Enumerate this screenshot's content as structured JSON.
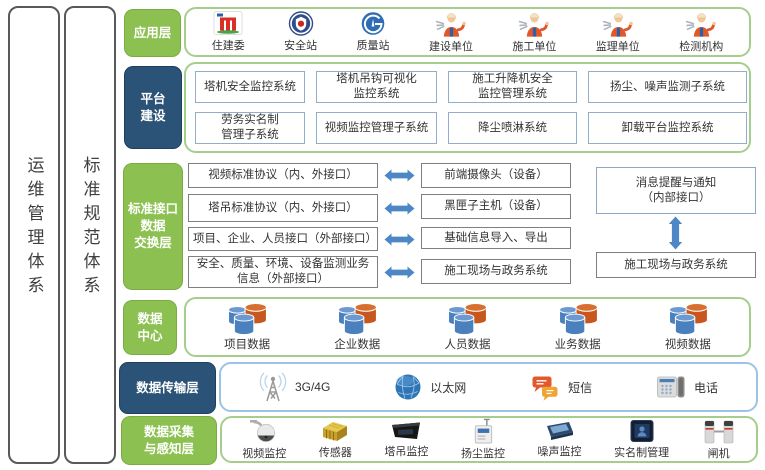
{
  "side_bars": {
    "ops": "运维管理体系",
    "standards": "标准规范体系"
  },
  "app_layer": {
    "label": "应用层",
    "items": [
      {
        "label": "住建委",
        "icon": "gov-building-icon"
      },
      {
        "label": "安全站",
        "icon": "safety-badge-icon"
      },
      {
        "label": "质量站",
        "icon": "quality-emblem-icon"
      },
      {
        "label": "建设单位",
        "icon": "worker-icon"
      },
      {
        "label": "施工单位",
        "icon": "worker-icon"
      },
      {
        "label": "监理单位",
        "icon": "worker-icon"
      },
      {
        "label": "检测机构",
        "icon": "worker-icon"
      }
    ]
  },
  "platform_layer": {
    "label": "平台\n建设",
    "row1": [
      "塔机安全监控系统",
      "塔机吊钩可视化\n监控系统",
      "施工升降机安全\n监控管理系统",
      "扬尘、噪声监测子系统"
    ],
    "row2": [
      "劳务实名制\n管理子系统",
      "视频监控管理子系统",
      "降尘喷淋系统",
      "卸载平台监控系统"
    ]
  },
  "interface_layer": {
    "label": "标准接口\n数据\n交换层",
    "left_boxes": [
      "视频标准协议（内、外接口）",
      "塔吊标准协议（内、外接口）",
      "项目、企业、人员接口（外部接口）",
      "安全、质量、环境、设备监测业务\n信息（外部接口）"
    ],
    "middle_boxes": [
      "前端摄像头（设备）",
      "黑匣子主机（设备）",
      "基础信息导入、导出",
      "施工现场与政务系统"
    ],
    "right_top": "消息提醒与通知\n（内部接口）",
    "right_bottom": "施工现场与政务系统"
  },
  "data_center_layer": {
    "label": "数据\n中心",
    "items": [
      "项目数据",
      "企业数据",
      "人员数据",
      "业务数据",
      "视频数据"
    ],
    "icon": "database-cluster-icon"
  },
  "transmission_layer": {
    "label": "数据传输层",
    "items": [
      {
        "label": "3G/4G",
        "icon": "antenna-icon"
      },
      {
        "label": "以太网",
        "icon": "globe-icon"
      },
      {
        "label": "短信",
        "icon": "sms-icon"
      },
      {
        "label": "电话",
        "icon": "phone-icon"
      }
    ]
  },
  "collection_layer": {
    "label": "数据采集\n与感知层",
    "items": [
      {
        "label": "视频监控",
        "icon": "dome-camera-icon"
      },
      {
        "label": "传感器",
        "icon": "sensor-icon"
      },
      {
        "label": "塔吊监控",
        "icon": "crane-monitor-icon"
      },
      {
        "label": "扬尘监控",
        "icon": "dust-monitor-icon"
      },
      {
        "label": "噪声监控",
        "icon": "noise-monitor-icon"
      },
      {
        "label": "实名制管理",
        "icon": "realname-terminal-icon"
      },
      {
        "label": "闸机",
        "icon": "turnstile-icon"
      }
    ]
  },
  "colors": {
    "label_green": "#8CC152",
    "label_dark_blue": "#2B5377",
    "container_green_border": "#A5CE8D",
    "container_blue_border": "#9CC3E5",
    "box_border_blue": "#93AECB",
    "box_border_gray": "#7F7F7F",
    "arrow_blue": "#4E87C5",
    "db_blue": "#4A80BE",
    "db_orange": "#C8571F"
  }
}
